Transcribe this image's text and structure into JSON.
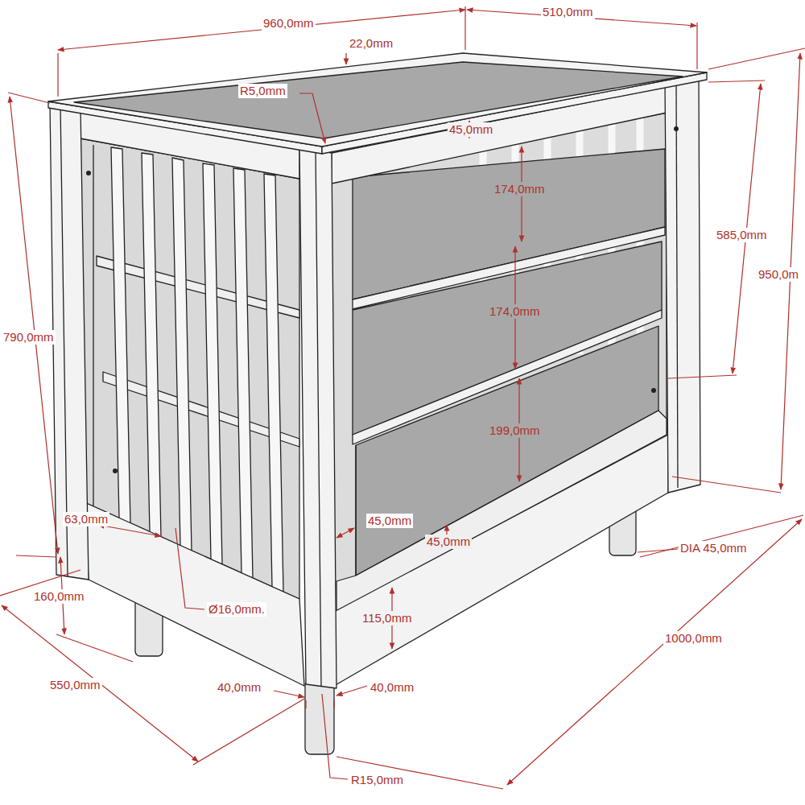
{
  "diagram": {
    "labels": [
      "960,0mm",
      "510,0mm",
      "22,0mm",
      "R5,0mm",
      "45,0mm",
      "174,0mm",
      "585,0mm",
      "950,0m",
      "790,0mm",
      "174,0mm",
      "199,0mm",
      "63,0mm",
      "45,0mm",
      "45,0mm",
      "DIA 45,0mm",
      "160,0mm",
      "Ø16,0mm.",
      "115,0mm",
      "1000,0mm",
      "550,0mm",
      "40,0mm",
      "40,0mm",
      "R15,0mm"
    ]
  }
}
